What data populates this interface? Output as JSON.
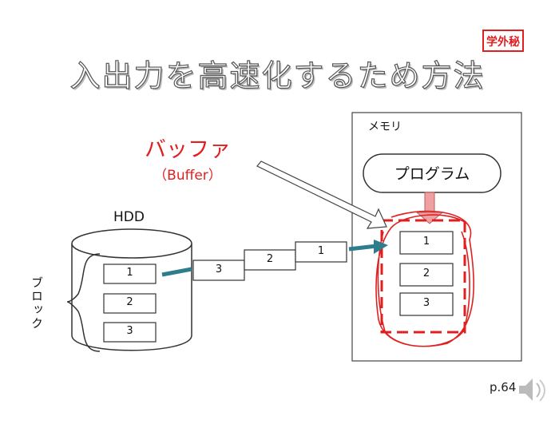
{
  "slide": {
    "title": "入出力を高速化するため方法",
    "stamp": "学外秘",
    "page_number": "p.64"
  },
  "buffer": {
    "label": "バッファ",
    "sublabel": "（Buffer）"
  },
  "hdd": {
    "label": "HDD",
    "blocks_label": "ブロック",
    "blocks": [
      "1",
      "2",
      "3"
    ]
  },
  "transfer": {
    "blocks": [
      "3",
      "2",
      "1"
    ]
  },
  "memory": {
    "label": "メモリ",
    "program_label": "プログラム",
    "buffer_slots": [
      "1",
      "2",
      "3"
    ]
  },
  "colors": {
    "accent_red": "#e02020",
    "arrow_teal": "#2e7d8c",
    "program_arrow": "#f0a0a0"
  }
}
